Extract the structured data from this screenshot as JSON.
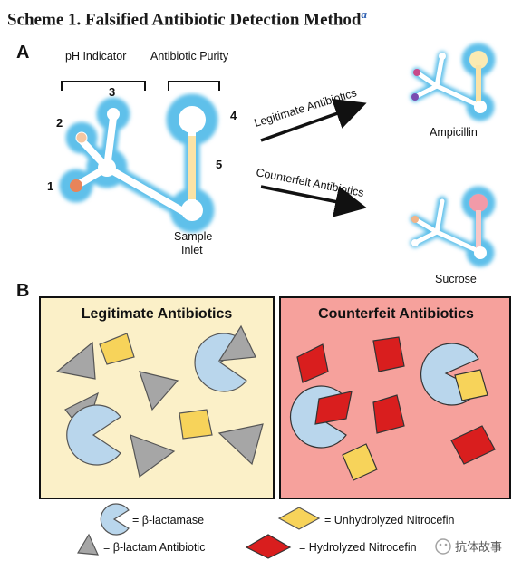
{
  "title": {
    "text": "Scheme 1. Falsified Antibiotic Detection Method",
    "footnote": "a"
  },
  "panel_a": {
    "label": "A",
    "ph_indicator": "pH Indicator",
    "antibiotic_purity": "Antibiotic Purity",
    "numbers": [
      "1",
      "2",
      "3",
      "4",
      "5"
    ],
    "sample_inlet_1": "Sample",
    "sample_inlet_2": "Inlet",
    "arrow_top": "Legitimate Antibiotics",
    "arrow_bottom": "Counterfeit Antibiotics",
    "result_top": "Ampicillin",
    "result_bottom": "Sucrose"
  },
  "panel_b": {
    "label": "B",
    "left_title": "Legitimate Antibiotics",
    "right_title": "Counterfeit Antibiotics",
    "colors": {
      "left_bg": "#fbf0c8",
      "right_bg": "#f6a19c",
      "enzyme": "#b9d6ec",
      "antibiotic": "#a6a6a6",
      "unhydrolyzed": "#f7d35a",
      "hydrolyzed": "#d91e1e"
    }
  },
  "legend": {
    "enzyme": "= β-lactamase",
    "antibiotic": "= β-lactam Antibiotic",
    "unhydrolyzed": "= Unhydrolyzed Nitrocefin",
    "hydrolyzed": "= Hydrolyzed Nitrocefin"
  },
  "watermark": "抗体故事"
}
